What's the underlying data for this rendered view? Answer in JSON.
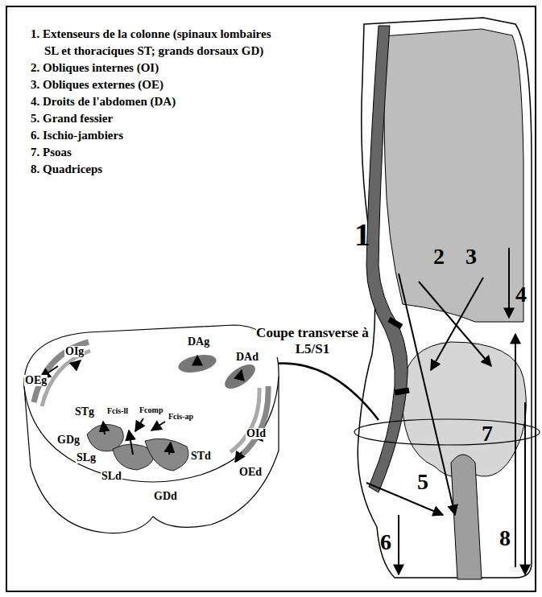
{
  "diagram": {
    "labels": [
      "1. Extenseurs de la colonne (spinaux lombaires SL et thoraciques ST; grands dorsaux GD)",
      "2. Obliques internes (OI)",
      "3. Obliques externes (OE)",
      "4. Droits de l'abdomen (DA)",
      "5. Grand fessier",
      "6. Ischio-jambiers",
      "7. Psoas",
      "8. Quadriceps",
      "1",
      "2",
      "3",
      "4",
      "5",
      "6",
      "7",
      "8",
      "Coupe transverse à L5/S1",
      "OIg",
      "OEg",
      "DAg",
      "DAd",
      "STg",
      "Fcis-ll",
      "Fcomp",
      "Fcis-ap",
      "GDg",
      "SLg",
      "SLd",
      "STd",
      "OId",
      "OEd",
      "GDd"
    ]
  }
}
